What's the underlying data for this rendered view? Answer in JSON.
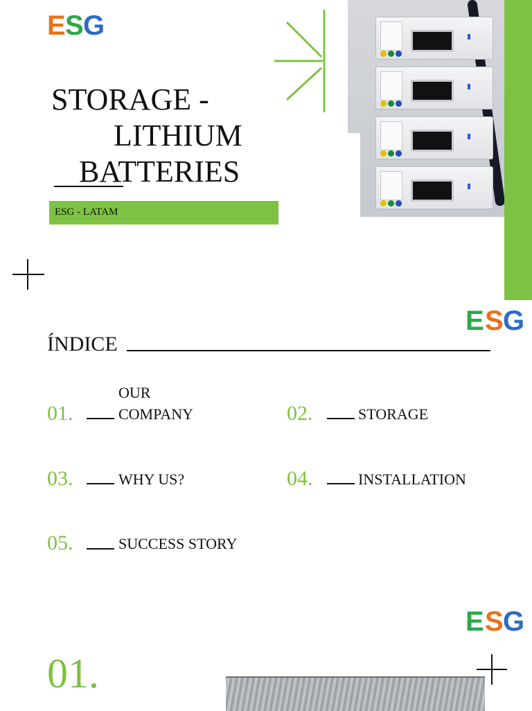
{
  "cover": {
    "title_line1": "STORAGE -",
    "title_line2": "LITHIUM",
    "title_line3": "BATTERIES",
    "banner_text": "ESG - LATAM"
  },
  "logo": {
    "text": "ESG",
    "colors": {
      "e": "#e8711b",
      "s": "#2aa84a",
      "g": "#2b6cc4"
    }
  },
  "index": {
    "title": "ÍNDICE",
    "items": [
      {
        "num": "01.",
        "label": "OUR COMPANY"
      },
      {
        "num": "02.",
        "label": "STORAGE"
      },
      {
        "num": "03.",
        "label": "WHY US?"
      },
      {
        "num": "04.",
        "label": "INSTALLATION"
      },
      {
        "num": "05.",
        "label": "SUCCESS STORY"
      }
    ]
  },
  "section1": {
    "num": "01."
  },
  "colors": {
    "accent": "#7dc242",
    "text": "#111111"
  },
  "icons": [
    "plus-icon",
    "sparkle-lines-icon",
    "esg-logo"
  ]
}
